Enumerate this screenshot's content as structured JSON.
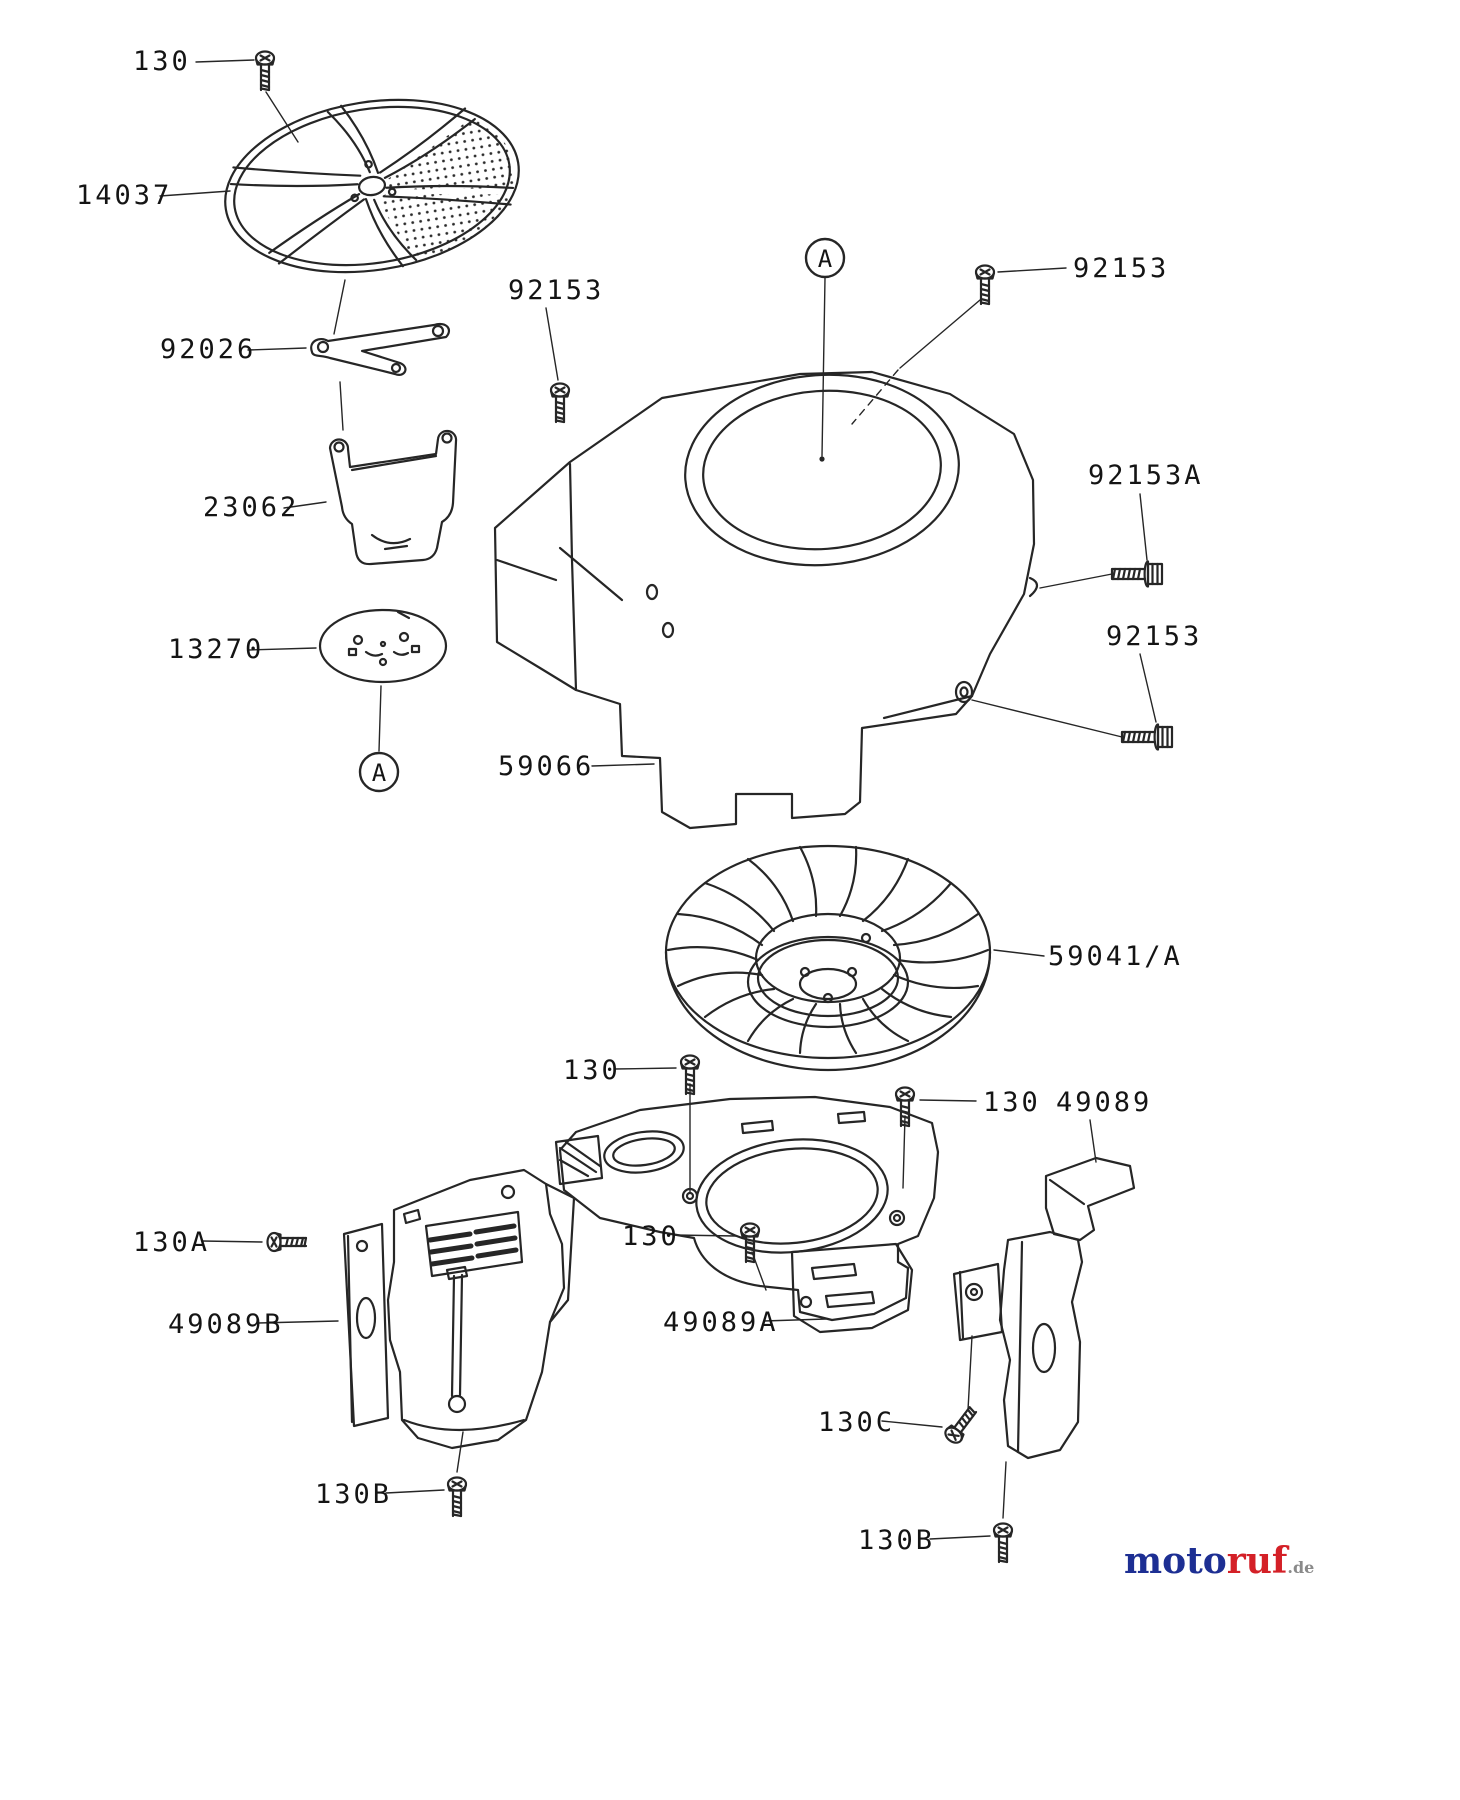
{
  "page": {
    "background": "#ffffff",
    "line_color": "#262626"
  },
  "diagram": {
    "callout_letter": "A",
    "labels": [
      {
        "name": "screw-130-top",
        "text": "130"
      },
      {
        "name": "fan-screen-14037",
        "text": "14037"
      },
      {
        "name": "plate-92026",
        "text": "92026"
      },
      {
        "name": "bracket-23062",
        "text": "23062"
      },
      {
        "name": "plate-13270",
        "text": "13270"
      },
      {
        "name": "screw-92153-upper-left",
        "text": "92153"
      },
      {
        "name": "screw-92153-top-right",
        "text": "92153"
      },
      {
        "name": "bolt-92153a",
        "text": "92153A"
      },
      {
        "name": "bolt-92153-lower",
        "text": "92153"
      },
      {
        "name": "blower-housing-59066",
        "text": "59066"
      },
      {
        "name": "flywheel-fan-59041",
        "text": "59041/A"
      },
      {
        "name": "screw-130-baffle-top",
        "text": "130"
      },
      {
        "name": "screw-130-baffle-right",
        "text": "130"
      },
      {
        "name": "baffle-49089",
        "text": "49089"
      },
      {
        "name": "screw-130a",
        "text": "130A"
      },
      {
        "name": "screw-130-baffle-center",
        "text": "130"
      },
      {
        "name": "baffle-49089b",
        "text": "49089B"
      },
      {
        "name": "baffle-49089a",
        "text": "49089A"
      },
      {
        "name": "screw-130c",
        "text": "130C"
      },
      {
        "name": "screw-130b-left",
        "text": "130B"
      },
      {
        "name": "screw-130b-right",
        "text": "130B"
      }
    ]
  },
  "logo": {
    "part1": "moto",
    "part2": "ruf",
    "suffix": ".de",
    "part1_color": "#1d2f93",
    "part2_color": "#d42027",
    "suffix_color": "#8a8a8a"
  }
}
